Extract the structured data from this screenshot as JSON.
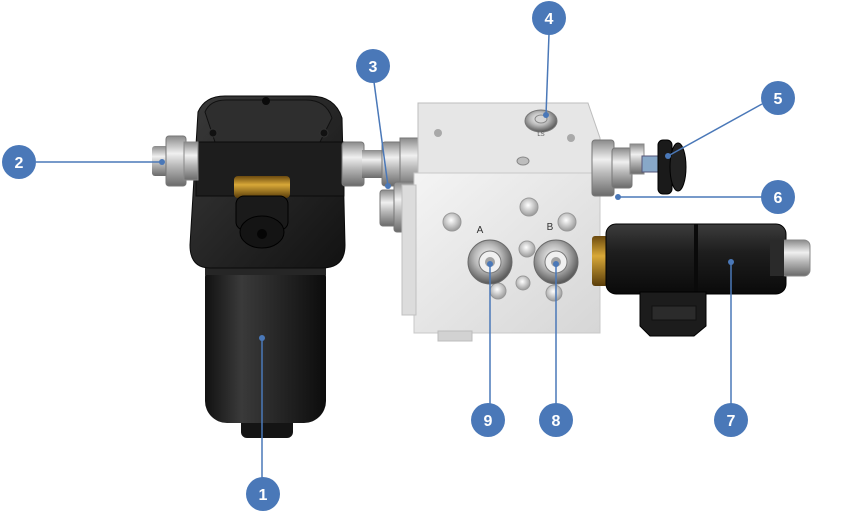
{
  "diagram": {
    "callout_color": "#4a78b8",
    "leader_color": "#4a78b8",
    "port_labels": {
      "a": "A",
      "b": "B",
      "ls": "LS"
    },
    "callouts": [
      {
        "id": "filter",
        "label": "1"
      },
      {
        "id": "filter-inlet-fitting",
        "label": "2"
      },
      {
        "id": "block-fitting",
        "label": "3"
      },
      {
        "id": "ls-port",
        "label": "4"
      },
      {
        "id": "manual-override-knob",
        "label": "5"
      },
      {
        "id": "side-fitting",
        "label": "6"
      },
      {
        "id": "solenoid-valve",
        "label": "7"
      },
      {
        "id": "port-b",
        "label": "8"
      },
      {
        "id": "port-a",
        "label": "9"
      }
    ]
  }
}
